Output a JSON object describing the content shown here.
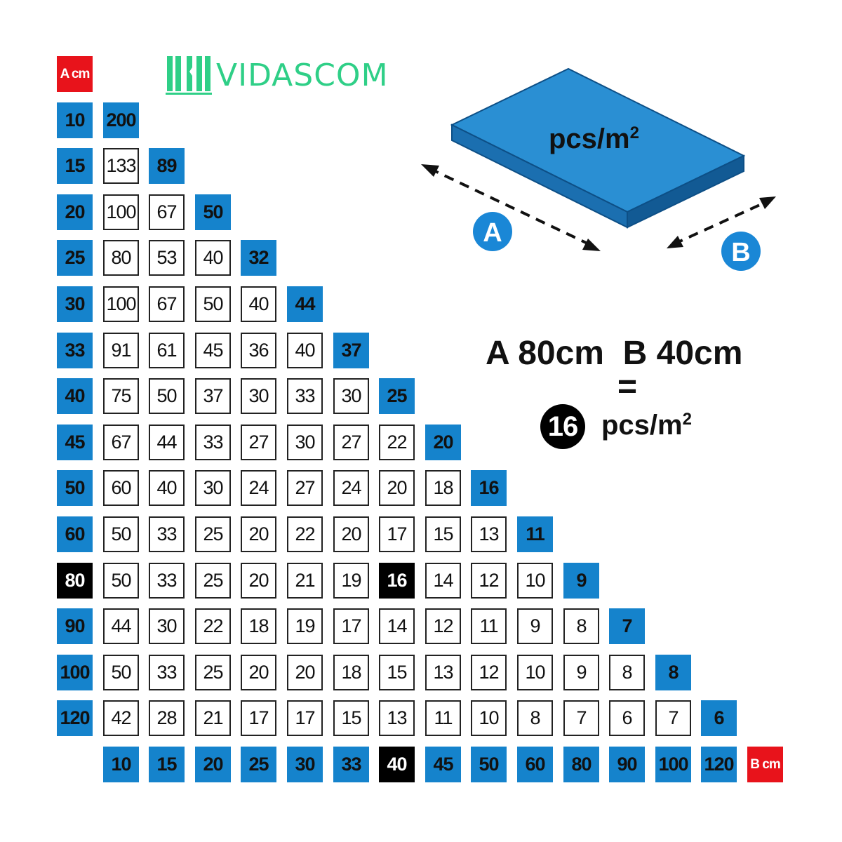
{
  "brand": {
    "name": "VIDASCOM",
    "color": "#2fcf87",
    "logo_icon": "vidascom-logo-icon"
  },
  "colors": {
    "header_blue": "#1583cc",
    "highlight_black": "#000000",
    "axis_red": "#e8131b"
  },
  "axis": {
    "a_label": "A cm",
    "b_label": "B cm"
  },
  "a_values": [
    "10",
    "15",
    "20",
    "25",
    "30",
    "33",
    "40",
    "45",
    "50",
    "60",
    "80",
    "90",
    "100",
    "120"
  ],
  "b_values": [
    "10",
    "15",
    "20",
    "25",
    "30",
    "33",
    "40",
    "45",
    "50",
    "60",
    "80",
    "90",
    "100",
    "120"
  ],
  "table_rows": [
    [
      "200"
    ],
    [
      "133",
      "89"
    ],
    [
      "100",
      "67",
      "50"
    ],
    [
      "80",
      "53",
      "40",
      "32"
    ],
    [
      "100",
      "67",
      "50",
      "40",
      "44"
    ],
    [
      "91",
      "61",
      "45",
      "36",
      "40",
      "37"
    ],
    [
      "75",
      "50",
      "37",
      "30",
      "33",
      "30",
      "25"
    ],
    [
      "67",
      "44",
      "33",
      "27",
      "30",
      "27",
      "22",
      "20"
    ],
    [
      "60",
      "40",
      "30",
      "24",
      "27",
      "24",
      "20",
      "18",
      "16"
    ],
    [
      "50",
      "33",
      "25",
      "20",
      "22",
      "20",
      "17",
      "15",
      "13",
      "11"
    ],
    [
      "50",
      "33",
      "25",
      "20",
      "21",
      "19",
      "16",
      "14",
      "12",
      "10",
      "9"
    ],
    [
      "44",
      "30",
      "22",
      "18",
      "19",
      "17",
      "14",
      "12",
      "11",
      "9",
      "8",
      "7"
    ],
    [
      "50",
      "33",
      "25",
      "20",
      "20",
      "18",
      "15",
      "13",
      "12",
      "10",
      "9",
      "8",
      "8"
    ],
    [
      "42",
      "28",
      "21",
      "17",
      "17",
      "15",
      "13",
      "11",
      "10",
      "8",
      "7",
      "6",
      "7",
      "6"
    ]
  ],
  "highlight": {
    "row": 10,
    "col": 6
  },
  "diagram": {
    "slab_label": "pcs/m",
    "slab_label_sup": "2",
    "side_a": "A",
    "side_b": "B",
    "slab_color": "#2a8fd3"
  },
  "example": {
    "line": "A 80cm  B 40cm",
    "equals": "=",
    "result_value": "16",
    "result_unit": "pcs/m",
    "result_unit_sup": "2"
  }
}
